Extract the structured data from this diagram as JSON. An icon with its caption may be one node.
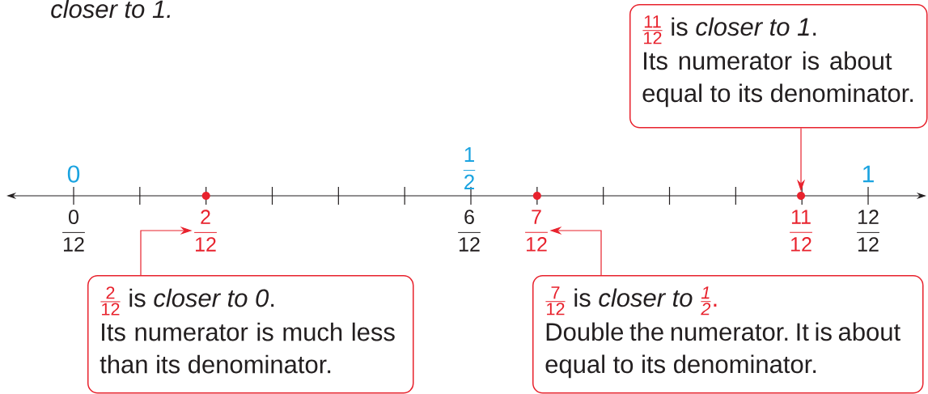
{
  "diagram": {
    "nodes": [
      {
        "text": [
          "\\frac{\\text{11}}{\\text{12}}",
          "is *closer to  1*.",
          "Its numerator is about equal to its denominator."
        ]
      },
      {
        "text": [
          "\\frac{\\text{2}}{\\text{12}}"
        ]
      },
      {
        "text": [
          "\\frac{\\text{7}}{\\text{12}}"
        ]
      },
      {
        "text": [],
        "shape": "circle"
      },
      {
        "text": [
          "\\frac{\\text{2}}{\\text{12}}",
          "is *closer to 0*.",
          "Its numerator is much less than its denominator."
        ]
      },
      {
        "text": [
          "\\frac{\\text{7}}{\\text{12}}",
          "is *closer to*",
          "\\frac{\\textit{1}}{\\textit{2}}\\text{.}",
          "Double the numerator. It is about equal to its denominator."
        ]
      }
    ],
    "edges": [
      {
        "from": 0,
        "to": 3,
        "arrow": "to"
      },
      {
        "from": 4,
        "to": 1,
        "arrow": "to"
      },
      {
        "from": 5,
        "to": 2,
        "arrow": "to"
      }
    ],
    "labels": [
      "closer to 1.",
      "0",
      "\\frac{\\text{1}}{\\text{2}}",
      "1",
      "\\frac{\\text{0}}{\\text{12}}",
      "\\frac{\\text{6}}{\\text{12}}",
      "\\frac{\\text{11}}{\\text{12}}",
      "\\frac{\\text{12}}{\\text{12}}"
    ]
  }
}
